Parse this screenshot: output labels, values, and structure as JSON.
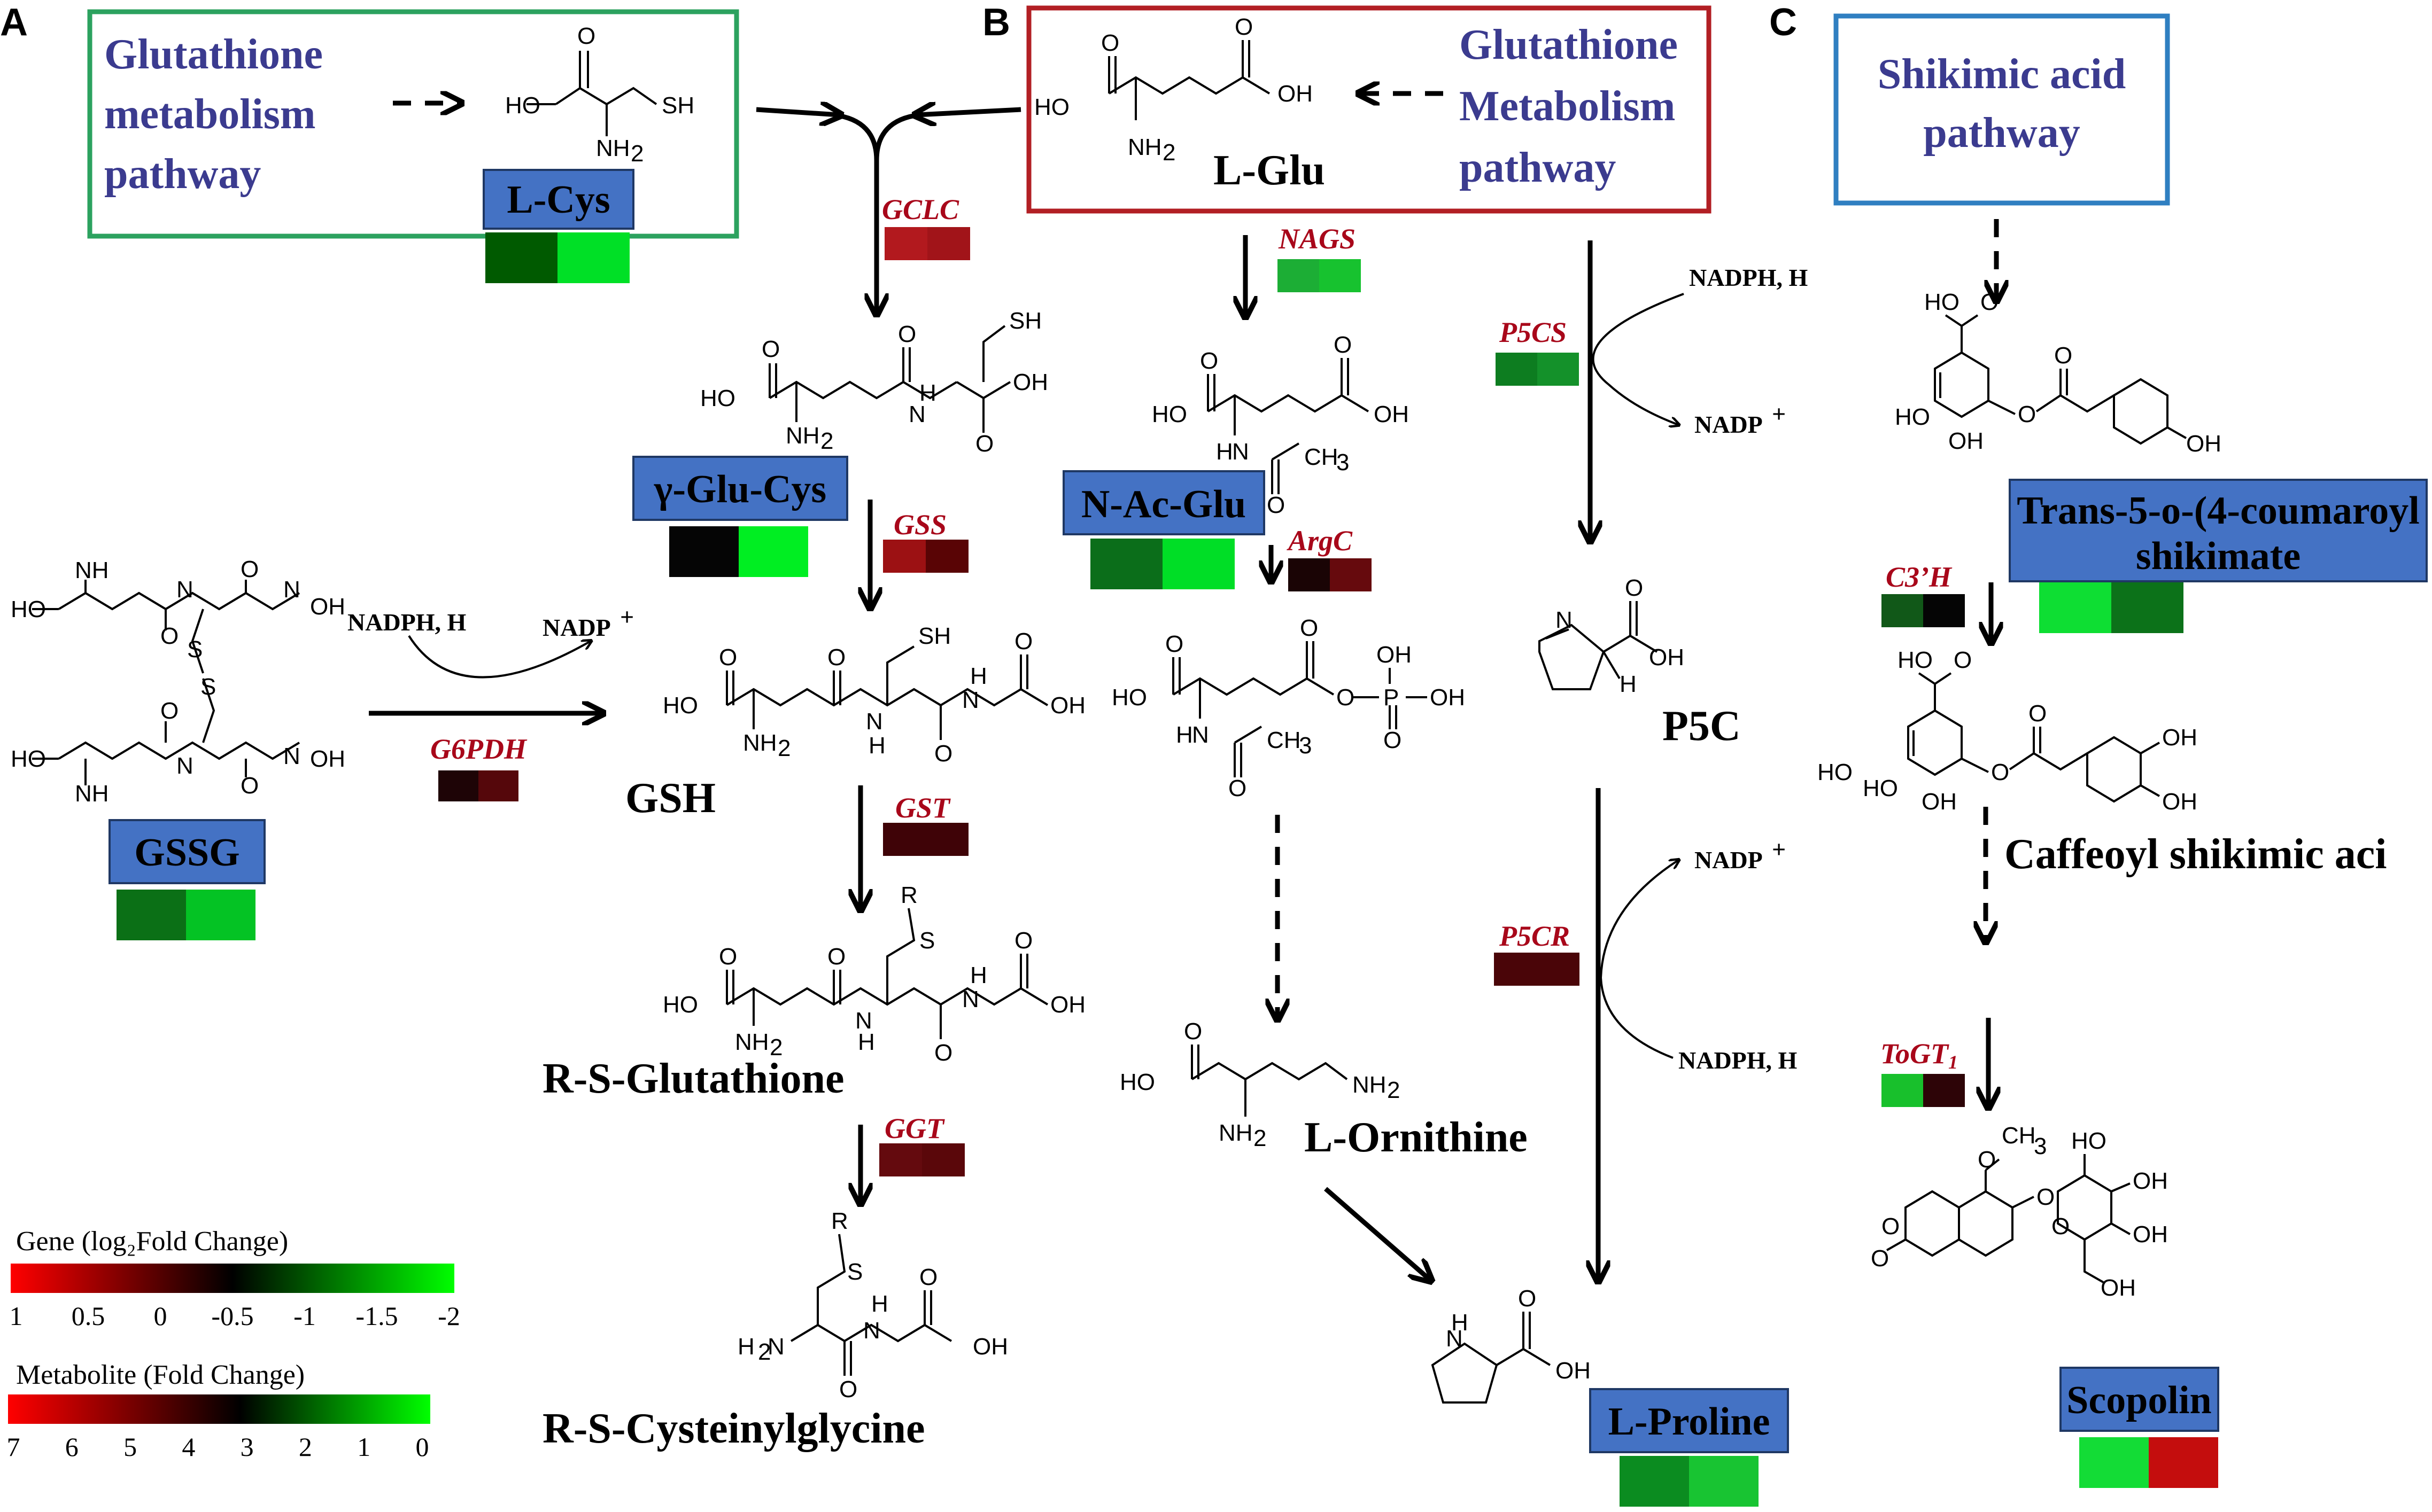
{
  "panels": {
    "a": "A",
    "b": "B",
    "c": "C"
  },
  "pathway_boxes": {
    "glut_a": {
      "line1": "Glutathione",
      "line2": "metabolism",
      "line3": "pathway",
      "color": "#2ca25f"
    },
    "glut_b": {
      "line1": "Glutathione",
      "line2": "Metabolism",
      "line3": "pathway",
      "color": "#b21f24"
    },
    "shikimic": {
      "line1": "Shikimic acid",
      "line2": "pathway",
      "color": "#2f7fc1"
    }
  },
  "metabolites": {
    "lcys": "L-Cys",
    "glu": "L-Glu",
    "gglucys": "γ-Glu-Cys",
    "nacglu": "N-Ac-Glu",
    "gssg": "GSSG",
    "gsh": "GSH",
    "p5c": "P5C",
    "rsglut": "R-S-Glutathione",
    "lorn": "L-Ornithine",
    "rscys": "R-S-Cysteinylglycine",
    "lpro": "L-Proline",
    "trans_line1": "Trans-5-o-(4-coumaroyl",
    "trans_line2": "shikimate",
    "caffeoyl": "Caffeoyl shikimic aci",
    "scopolin": "Scopolin"
  },
  "genes": {
    "gclc": "GCLC",
    "nags": "NAGS",
    "p5cs": "P5CS",
    "gss": "GSS",
    "argc": "ArgC",
    "g6pdh": "G6PDH",
    "gst": "GST",
    "p5cr": "P5CR",
    "ggt": "GGT",
    "c3h": "C3’H",
    "togt": "ToGT",
    "togt_sub": "1"
  },
  "cofactors": {
    "nadph": "NADPH, H",
    "nadp": "NADP",
    "plus": "+"
  },
  "atoms": {
    "ho": "HO",
    "oh": "OH",
    "sh": "SH",
    "nh2": "NH",
    "two": "2",
    "h2n": "H",
    "nh": "NH",
    "n": "N",
    "h": "H",
    "o": "O",
    "s": "S",
    "r": "R",
    "p": "P",
    "ch3": "CH",
    "three": "3"
  },
  "legend": {
    "gene_title": "Gene (log₂Fold Change)",
    "gene_ticks": [
      "1",
      "0.5",
      "0",
      "-0.5",
      "-1",
      "-1.5",
      "-2"
    ],
    "gene_gradient": [
      "#ff0000",
      "#000000",
      "#00ff00"
    ],
    "metab_title": "Metabolite (Fold Change)",
    "metab_ticks": [
      "7",
      "6",
      "5",
      "4",
      "3",
      "2",
      "1",
      "0"
    ],
    "metab_gradient": [
      "#ff0000",
      "#000000",
      "#00ff00"
    ]
  },
  "heatmap_colors": {
    "lcys": [
      "#005a00",
      "#00e026"
    ],
    "gclc": [
      "#b2191e",
      "#a11419"
    ],
    "nags": [
      "#1cae35",
      "#17c22f"
    ],
    "p5cs": [
      "#0d7d20",
      "#14912a"
    ],
    "gglucys": [
      "#050505",
      "#00ee22"
    ],
    "gss": [
      "#9c1113",
      "#590405"
    ],
    "nacglu": [
      "#0b6e1a",
      "#00de26"
    ],
    "argc": [
      "#1a0405",
      "#660a0d"
    ],
    "g6pdh": [
      "#1e0406",
      "#55070b"
    ],
    "gssg": [
      "#0b7016",
      "#04c324"
    ],
    "gst": [
      "#3f0307",
      "#3f0307"
    ],
    "p5cr": [
      "#4a0508",
      "#4a0508"
    ],
    "ggt": [
      "#640a0e",
      "#5a070a"
    ],
    "c3h": [
      "#115818",
      "#050505"
    ],
    "trans": [
      "#0ede33",
      "#0c7219"
    ],
    "togt": [
      "#18c02c",
      "#2d0407"
    ],
    "lpro": [
      "#0b8c20",
      "#18c432"
    ],
    "scopolin": [
      "#13dc36",
      "#c40d0d"
    ]
  }
}
